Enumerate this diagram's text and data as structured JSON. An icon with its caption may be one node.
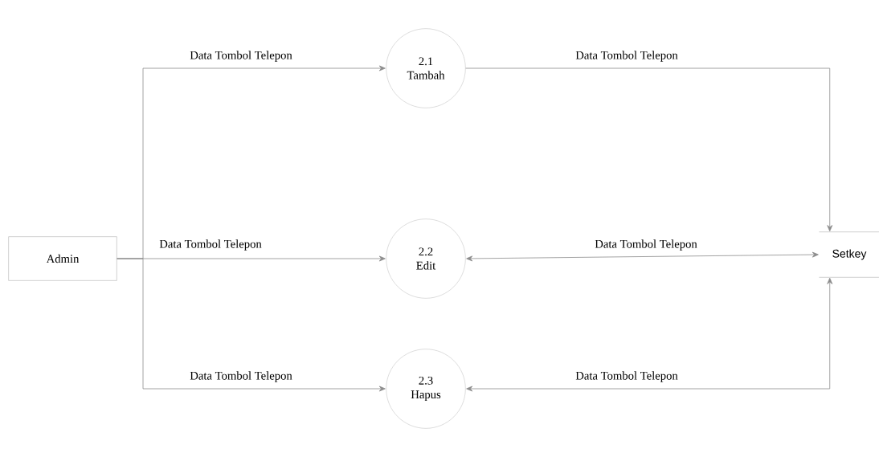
{
  "diagram": {
    "nodes": [
      {
        "text": [
          "Admin"
        ]
      },
      {
        "text": [
          "2.1",
          "Tambah"
        ]
      },
      {
        "text": [
          "2.2",
          "Edit"
        ]
      },
      {
        "text": [
          "2.3",
          "Hapus"
        ]
      },
      {
        "text": [
          "Setkey"
        ]
      }
    ],
    "edges": [
      {
        "from": 0,
        "to": 1,
        "arrow": "to",
        "label": "Data Tombol Telepon"
      },
      {
        "from": 0,
        "to": 2,
        "arrow": "to",
        "label": "Data Tombol Telepon"
      },
      {
        "from": 0,
        "to": 3,
        "arrow": "to",
        "label": "Data Tombol Telepon"
      },
      {
        "from": 1,
        "to": 4,
        "arrow": "to",
        "label": "Data Tombol Telepon"
      },
      {
        "from": 4,
        "to": 2,
        "arrow": "both",
        "label": "Data Tombol Telepon"
      },
      {
        "from": 4,
        "to": 3,
        "arrow": "both",
        "label": "Data Tombol Telepon"
      }
    ]
  }
}
